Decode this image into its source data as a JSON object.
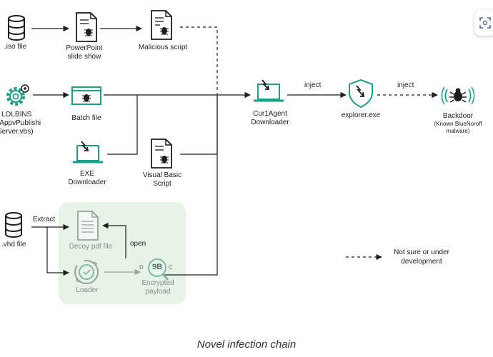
{
  "caption": "Novel infection chain",
  "nodes": {
    "iso_file": ".iso file",
    "powerpoint": [
      "PowerPoint",
      "slide show"
    ],
    "malicious_script": "Malicious script",
    "lolbins": [
      "LOLBINS",
      "(AppvPublishi",
      "Server.vbs)"
    ],
    "batch_file": "Batch file",
    "exe_downloader": [
      "EXE",
      "Downloader"
    ],
    "visual_basic": [
      "Visual Basic",
      "Script"
    ],
    "cur1agent": [
      "Cur1Agent",
      "Downloader"
    ],
    "explorer": "explorer.exe",
    "backdoor": "Backdoor",
    "backdoor_note": [
      "(Known BlueNoroff",
      "malware)"
    ],
    "vhd_file": ".vhd file",
    "decoy_pdf": "Decoy pdf file",
    "loader": "Loader",
    "encrypted_payload": [
      "Encrypted",
      "payload"
    ],
    "encrypted_glyph": "9B"
  },
  "edge_labels": {
    "inject_1": "inject",
    "inject_2": "inject",
    "extract": "Extract",
    "open": "open"
  },
  "legend": {
    "dashed": "Not sure or under development"
  },
  "colors": {
    "teal": "#1aa083",
    "dark": "#1d1d1b",
    "green_bg": "#e6f3e6",
    "faded": "#9aa19a"
  },
  "icons": [
    "database-icon",
    "document-bug-icon",
    "gear-icon",
    "window-bug-icon",
    "laptop-arrow-icon",
    "shield-arrow-icon",
    "bug-icon",
    "decoy-document-icon",
    "loader-icon",
    "magnifier-icon",
    "scan-icon"
  ]
}
